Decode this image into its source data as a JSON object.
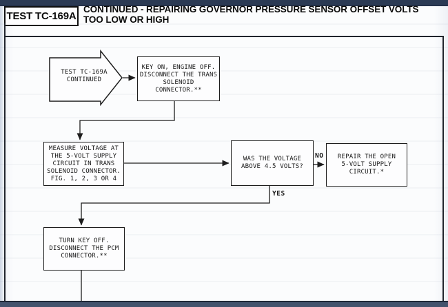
{
  "header": {
    "test_id": "TEST TC-169A",
    "title": "CONTINUED - REPAIRING GOVERNOR PRESSURE SENSOR OFFSET VOLTS TOO LOW OR HIGH"
  },
  "flowchart": {
    "start_node": "TEST TC-169A\nCONTINUED",
    "nodes": {
      "key_on": "KEY ON, ENGINE OFF.\nDISCONNECT THE TRANS\nSOLENOID\nCONNECTOR.**",
      "measure": "MEASURE VOLTAGE AT\nTHE 5-VOLT SUPPLY\nCIRCUIT IN TRANS\nSOLENOID CONNECTOR.\nFIG. 1, 2, 3 OR 4",
      "question": "WAS THE VOLTAGE\nABOVE 4.5 VOLTS?",
      "repair": "REPAIR THE OPEN\n5-VOLT SUPPLY\nCIRCUIT.*",
      "turn_key": "TURN KEY OFF.\nDISCONNECT THE PCM\nCONNECTOR.**"
    },
    "branch_labels": {
      "no": "NO",
      "yes": "YES"
    }
  },
  "colors": {
    "top_bar": "#2b3a54",
    "bottom_bar": "#44536d",
    "line": "#1f1f1f",
    "paper": "#fbfcfd"
  }
}
